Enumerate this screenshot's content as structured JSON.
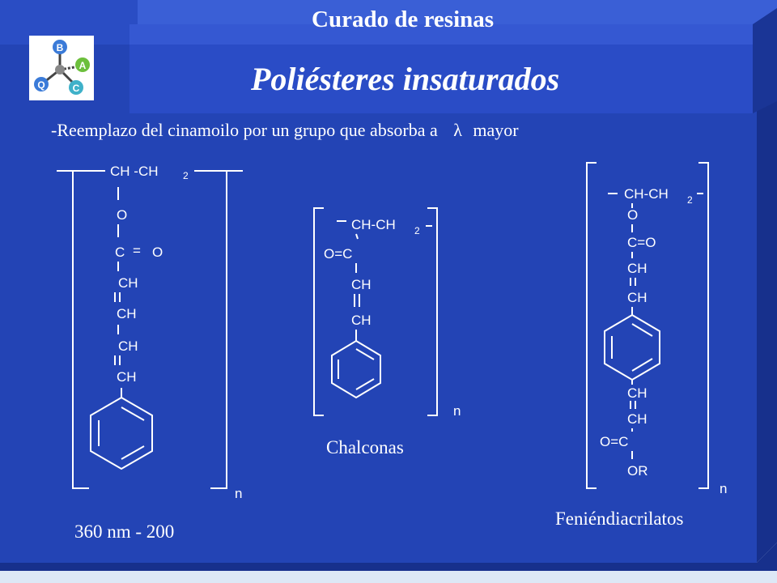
{
  "header": {
    "title": "Curado de resinas"
  },
  "slide": {
    "title": "Poliésteres insaturados",
    "intro_text": "-Reemplazo del cinamoilo por un grupo que absorba a",
    "intro_symbol": "λ",
    "intro_suffix": "mayor"
  },
  "logo": {
    "letters": [
      "B",
      "A",
      "C",
      "Q"
    ]
  },
  "structure1": {
    "top": "CH  -CH",
    "top_sub": "2",
    "o1": "O",
    "c": "C",
    "eq": "=",
    "o2": "O",
    "ch1": "CH",
    "ch2": "CH",
    "ch3": "CH",
    "ch4": "CH",
    "n": "n",
    "caption": "360 nm - 200"
  },
  "structure2": {
    "top": "CH-CH",
    "top_sub": "2",
    "oc": "O=C",
    "ch1": "CH",
    "ch2": "CH",
    "n": "n",
    "caption": "Chalconas"
  },
  "structure3": {
    "top": "CH-CH",
    "top_sub": "2",
    "o": "O",
    "co": "C=O",
    "ch1": "CH",
    "ch2": "CH",
    "ch3": "CH",
    "ch4": "CH",
    "oc": "O=C",
    "or": "OR",
    "n": "n",
    "caption": "Feniéndiacrilatos"
  },
  "colors": {
    "background": "#2243b4",
    "header_band": "#3a5fd6",
    "frame_shadow": "#1a3596",
    "page": "#dde8f6"
  }
}
